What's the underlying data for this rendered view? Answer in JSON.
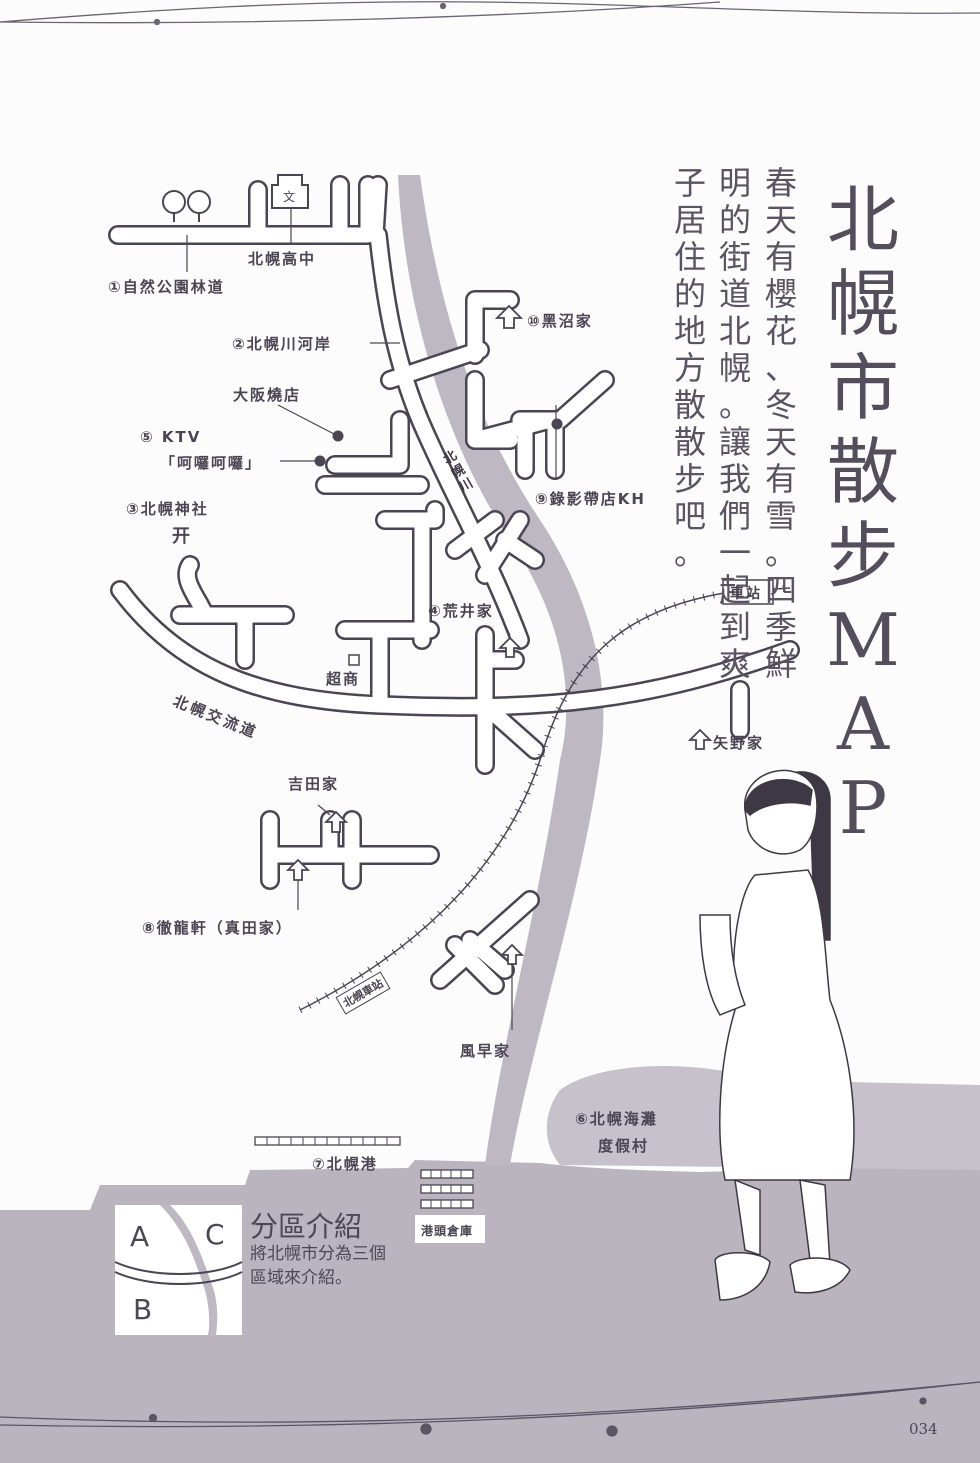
{
  "page": {
    "title_chars": [
      "北",
      "幌",
      "市",
      "散",
      "步",
      "M",
      "A",
      "P"
    ],
    "intro_columns": [
      [
        "春",
        "天",
        "有",
        "櫻",
        "花",
        "、",
        "冬",
        "天",
        "有",
        "雪",
        "。",
        "四",
        "季",
        "鮮"
      ],
      [
        "明",
        "的",
        "街",
        "道",
        "北",
        "幌",
        "。",
        "讓",
        "我",
        "們",
        "一",
        "起",
        "到",
        "爽"
      ],
      [
        "子",
        "居",
        "住",
        "的",
        "地",
        "方",
        "散",
        "散",
        "步",
        "吧",
        "。"
      ]
    ],
    "page_number": "034"
  },
  "map": {
    "river_name": [
      "北",
      "幌",
      "川"
    ],
    "main_road_name": "北幌交流道",
    "landmarks": [
      {
        "id": "1",
        "label": "①自然公園林道"
      },
      {
        "id": "highschool",
        "label": "北幌高中",
        "icon": "school-icon",
        "icon_glyph": "文"
      },
      {
        "id": "2",
        "label": "②北幌川河岸"
      },
      {
        "id": "10",
        "label": "⑩黑沼家"
      },
      {
        "id": "osaka",
        "label": "大阪燒店"
      },
      {
        "id": "5a",
        "label": "⑤ KTV"
      },
      {
        "id": "5b",
        "label": "「呵囉呵囉」"
      },
      {
        "id": "9",
        "label": "⑨錄影帶店KH"
      },
      {
        "id": "3",
        "label": "③北幌神社",
        "icon": "shrine-gate-icon",
        "icon_glyph": "开"
      },
      {
        "id": "4",
        "label": "④荒井家"
      },
      {
        "id": "store",
        "label": "超商",
        "icon_glyph": "□"
      },
      {
        "id": "station",
        "label": "車站"
      },
      {
        "id": "yano",
        "label": "矢野家"
      },
      {
        "id": "yoshida",
        "label": "吉田家"
      },
      {
        "id": "8",
        "label": "⑧徹龍軒（真田家）"
      },
      {
        "id": "kitahoro_station",
        "label": "北幌車站"
      },
      {
        "id": "kazehaya",
        "label": "風早家"
      },
      {
        "id": "6a",
        "label": "⑥北幌海灘"
      },
      {
        "id": "6b",
        "label": "度假村"
      },
      {
        "id": "7",
        "label": "⑦北幌港"
      },
      {
        "id": "warehouse",
        "label": "港頭倉庫"
      }
    ]
  },
  "area_intro": {
    "title": "分區介紹",
    "desc_line1": "將北幌市分為三個",
    "desc_line2": "區域來介紹。",
    "zones": [
      "A",
      "B",
      "C"
    ]
  },
  "colors": {
    "ink": "#4a4552",
    "river": "#bdb8c2",
    "sea": "#b9b4be",
    "paper": "#fdfcfd"
  }
}
